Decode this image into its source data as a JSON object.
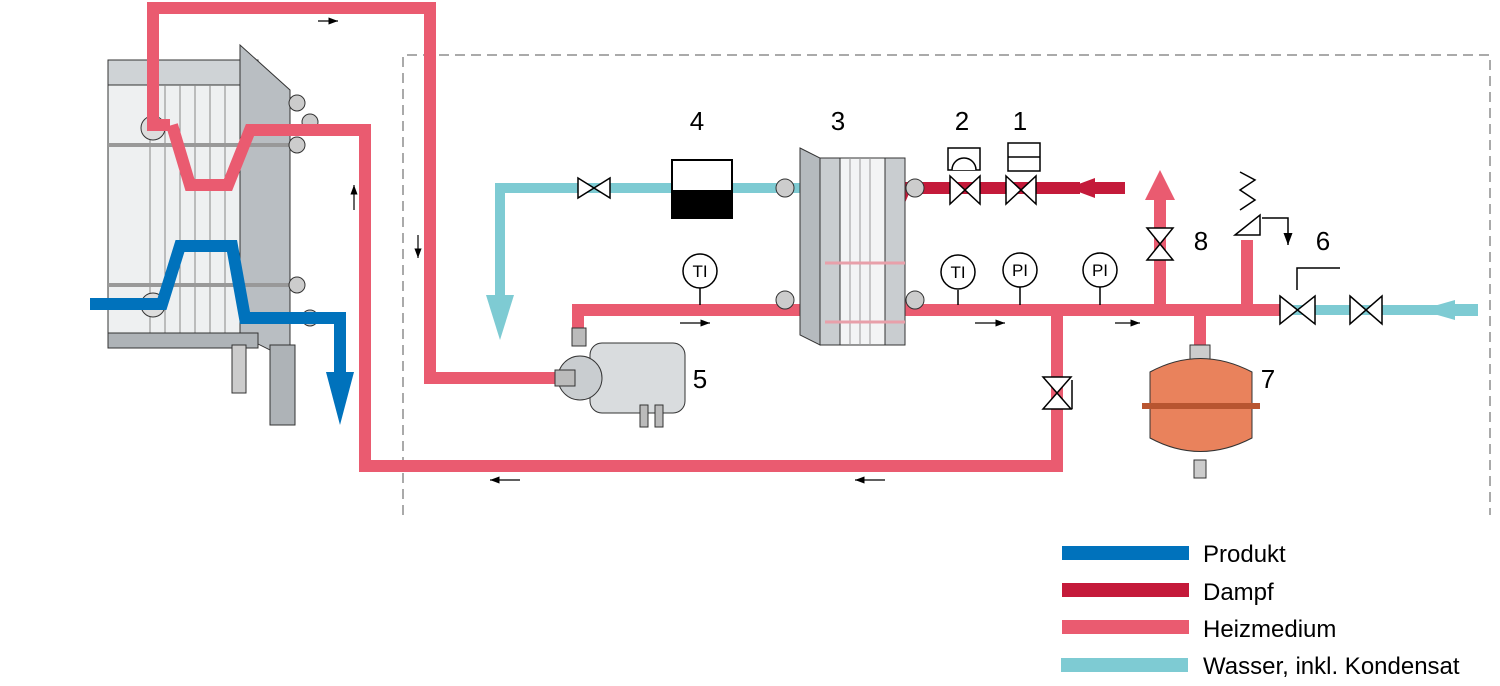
{
  "colors": {
    "produkt": "#0072bc",
    "dampf": "#c41a3a",
    "heizmedium": "#ea5b70",
    "wasser": "#7ecbd3"
  },
  "components": {
    "c1": "1",
    "c2": "2",
    "c3": "3",
    "c4": "4",
    "c5": "5",
    "c6": "6",
    "c7": "7",
    "c8": "8"
  },
  "instruments": {
    "ti1": "TI",
    "ti2": "TI",
    "pi1": "PI",
    "pi2": "PI"
  },
  "legend": [
    {
      "label": "Produkt",
      "color": "#0072bc"
    },
    {
      "label": "Dampf",
      "color": "#c41a3a"
    },
    {
      "label": "Heizmedium",
      "color": "#ea5b70"
    },
    {
      "label": "Wasser, inkl. Kondensat",
      "color": "#7ecbd3"
    }
  ]
}
